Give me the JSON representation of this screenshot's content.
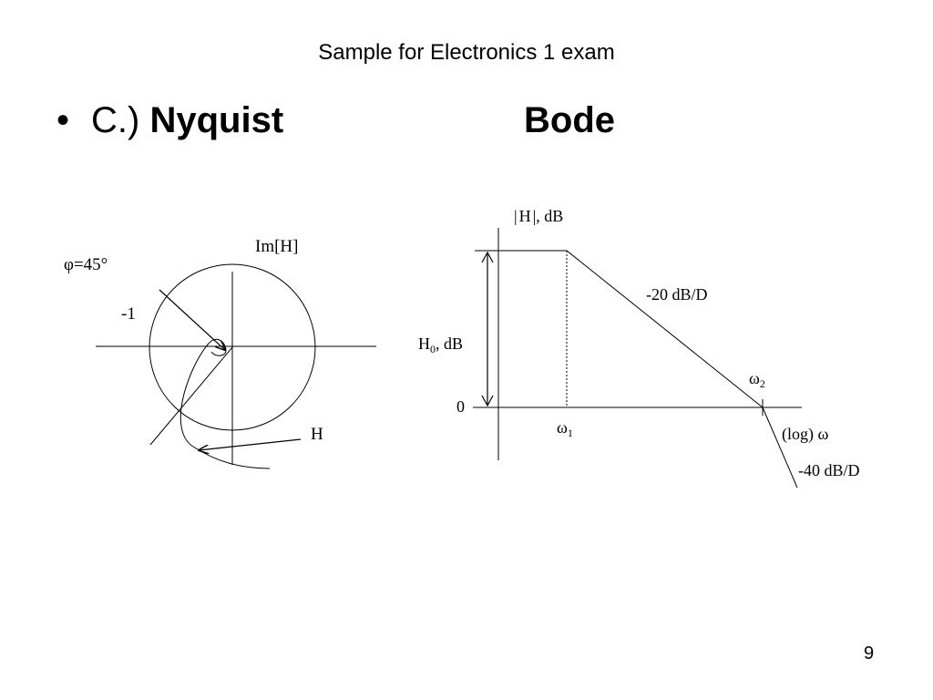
{
  "slide": {
    "title": "Sample for Electronics 1 exam",
    "bullet_symbol": "•",
    "bullet_prefix": "C.)",
    "nyquist_heading": "Nyquist",
    "bode_heading": "Bode",
    "page_number": "9"
  },
  "nyquist": {
    "phi_label": "φ=45°",
    "minus_one_label": "-1",
    "im_axis_label": "Im[H]",
    "h_label": "H"
  },
  "bode": {
    "magnitude_axis_bar_left": "|",
    "magnitude_axis_h": "H",
    "magnitude_axis_bar_right": "|",
    "magnitude_axis_unit": ", dB",
    "h0_main": "H",
    "h0_sub": "0",
    "h0_unit": ", dB",
    "zero_label": "0",
    "slope1_label": "-20 dB/D",
    "slope2_label": "-40 dB/D",
    "omega1_main": "ω",
    "omega1_sub": "1",
    "omega2_main": "ω",
    "omega2_sub": "2",
    "x_axis_label": "(log) ω"
  }
}
